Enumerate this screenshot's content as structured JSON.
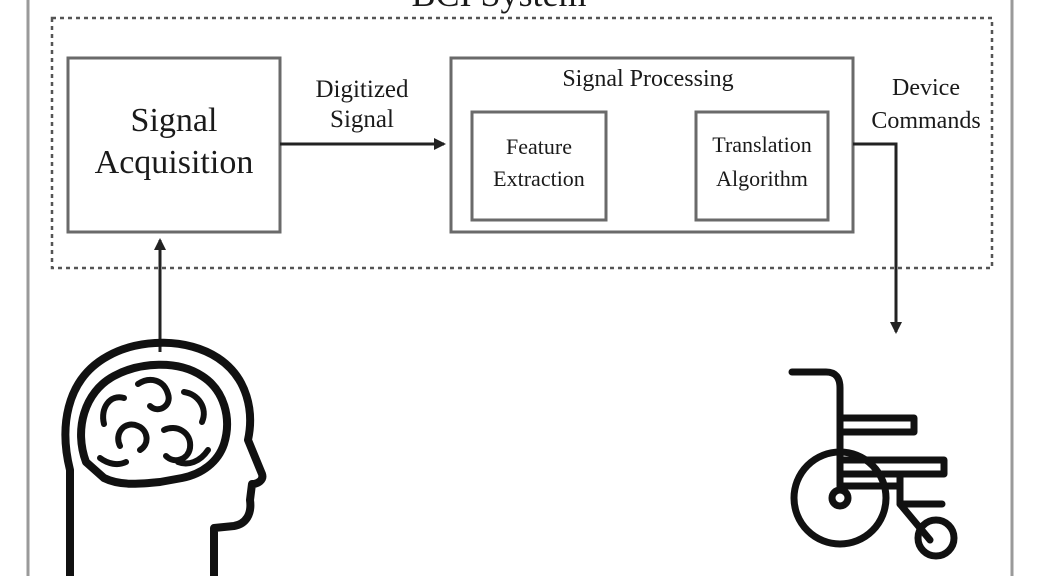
{
  "title": "BCI System",
  "signal_acquisition": {
    "line1": "Signal",
    "line2": "Acquisition"
  },
  "digitized_signal": {
    "line1": "Digitized",
    "line2": "Signal"
  },
  "signal_processing": {
    "title": "Signal Processing",
    "feature_extraction": {
      "line1": "Feature",
      "line2": "Extraction"
    },
    "translation_algorithm": {
      "line1": "Translation",
      "line2": "Algorithm"
    }
  },
  "device_commands": {
    "line1": "Device",
    "line2": "Commands"
  },
  "icons": {
    "user": "brain-head-icon",
    "device": "wheelchair-icon"
  },
  "colors": {
    "line": "#222222",
    "box_border": "#666666",
    "dashed": "#555555"
  }
}
